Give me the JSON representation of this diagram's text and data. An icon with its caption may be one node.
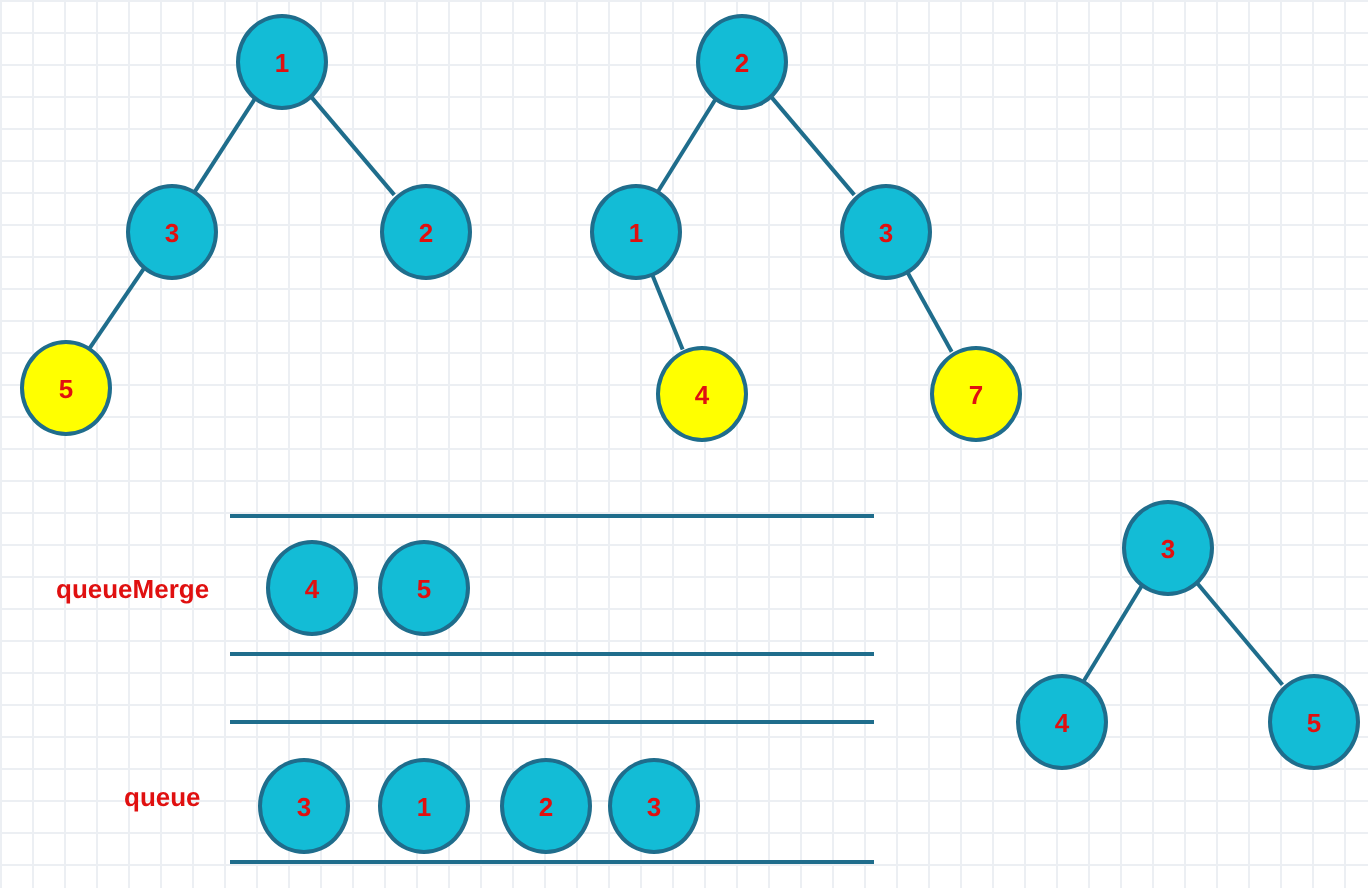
{
  "diagram": {
    "nodes": [
      {
        "text": [
          "1"
        ]
      },
      {
        "text": [
          "3"
        ]
      },
      {
        "text": [
          "2"
        ]
      },
      {
        "text": [
          "5"
        ]
      },
      {
        "text": [
          "2"
        ]
      },
      {
        "text": [
          "1"
        ]
      },
      {
        "text": [
          "3"
        ]
      },
      {
        "text": [
          "4"
        ]
      },
      {
        "text": [
          "7"
        ]
      },
      {
        "text": [
          "4"
        ]
      },
      {
        "text": [
          "5"
        ]
      },
      {
        "text": [
          "3"
        ]
      },
      {
        "text": [
          "4"
        ]
      },
      {
        "text": [
          "5"
        ]
      },
      {
        "text": [
          "3"
        ]
      },
      {
        "text": [
          "1"
        ]
      },
      {
        "text": [
          "2"
        ]
      },
      {
        "text": [
          "3"
        ]
      }
    ],
    "edges": [
      {
        "from": 0,
        "to": 1,
        "arrow": "none"
      },
      {
        "from": 0,
        "to": 2,
        "arrow": "none"
      },
      {
        "from": 1,
        "to": 3,
        "arrow": "none"
      },
      {
        "from": 4,
        "to": 5,
        "arrow": "none"
      },
      {
        "from": 4,
        "to": 6,
        "arrow": "none"
      },
      {
        "from": 5,
        "to": 7,
        "arrow": "none"
      },
      {
        "from": 6,
        "to": 8,
        "arrow": "none"
      },
      {
        "from": 11,
        "to": 12,
        "arrow": "none"
      },
      {
        "from": 11,
        "to": 13,
        "arrow": "none"
      }
    ],
    "labels": [
      "queueMerge",
      "queue"
    ]
  }
}
